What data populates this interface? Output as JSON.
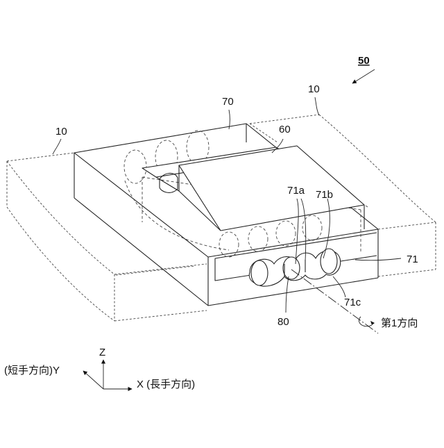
{
  "labels": {
    "assembly": "50",
    "part_10_left": "10",
    "part_10_right": "10",
    "part_70": "70",
    "part_60": "60",
    "part_71a": "71a",
    "part_71b": "71b",
    "part_71": "71",
    "part_71c": "71c",
    "part_80": "80",
    "first_direction": "第1方向"
  },
  "axes": {
    "z": "Z",
    "y": "(短手方向)Y",
    "x": "X (長手方向)"
  }
}
